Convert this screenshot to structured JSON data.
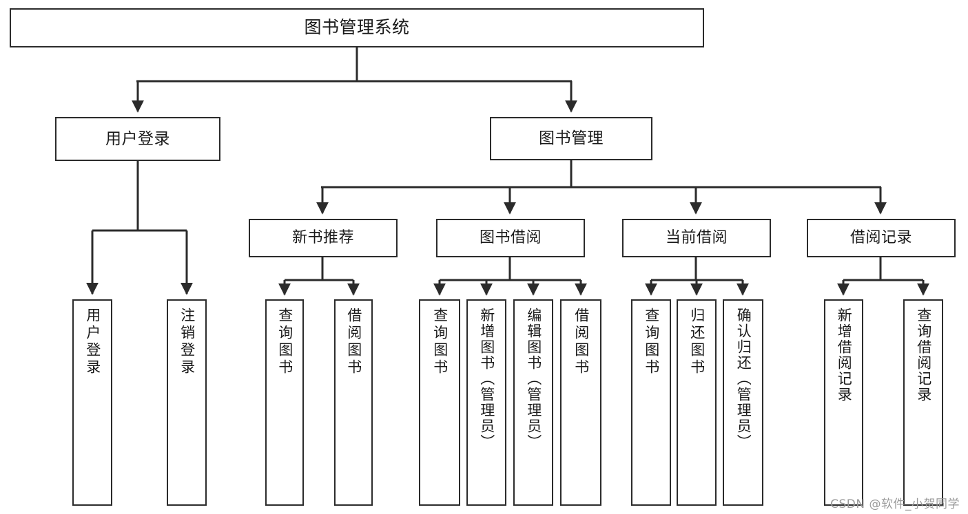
{
  "diagram": {
    "type": "tree-hierarchy",
    "title": "图书管理系统",
    "watermark": "CSDN @软件_小贺同学",
    "line_color": "#2b2b2b",
    "box_fill": "#ffffff",
    "text_color": "#1a1a1a",
    "watermark_color": "#9a9a9a",
    "root": {
      "label": "图书管理系统",
      "children": [
        {
          "label": "用户登录",
          "children": [
            {
              "label": "用户登录"
            },
            {
              "label": "注销登录"
            }
          ]
        },
        {
          "label": "图书管理",
          "children": [
            {
              "label": "新书推荐",
              "children": [
                {
                  "label": "查询图书"
                },
                {
                  "label": "借阅图书"
                }
              ]
            },
            {
              "label": "图书借阅",
              "children": [
                {
                  "label": "查询图书"
                },
                {
                  "label": "新增图书（管理员）"
                },
                {
                  "label": "编辑图书（管理员）"
                },
                {
                  "label": "借阅图书"
                }
              ]
            },
            {
              "label": "当前借阅",
              "children": [
                {
                  "label": "查询图书"
                },
                {
                  "label": "归还图书"
                },
                {
                  "label": "确认归还（管理员）"
                }
              ]
            },
            {
              "label": "借阅记录",
              "children": [
                {
                  "label": "新增借阅记录"
                },
                {
                  "label": "查询借阅记录"
                }
              ]
            }
          ]
        }
      ]
    },
    "nodes": {
      "root": "图书管理系统",
      "user_login": "用户登录",
      "book_manage": "图书管理",
      "new_book_rec": "新书推荐",
      "book_borrow": "图书借阅",
      "current_borrow": "当前借阅",
      "borrow_record": "借阅记录",
      "leaf_user_login": "用户登录",
      "leaf_logout": "注销登录",
      "leaf_rec_query_book": "查询图书",
      "leaf_rec_borrow_book": "借阅图书",
      "leaf_bb_query_book": "查询图书",
      "leaf_bb_add_book": "新增图书（管理员）",
      "leaf_bb_edit_book": "编辑图书（管理员）",
      "leaf_bb_borrow_book": "借阅图书",
      "leaf_cb_query_book": "查询图书",
      "leaf_cb_return_book": "归还图书",
      "leaf_cb_confirm_return": "确认归还（管理员）",
      "leaf_br_add_record": "新增借阅记录",
      "leaf_br_query_record": "查询借阅记录"
    }
  }
}
